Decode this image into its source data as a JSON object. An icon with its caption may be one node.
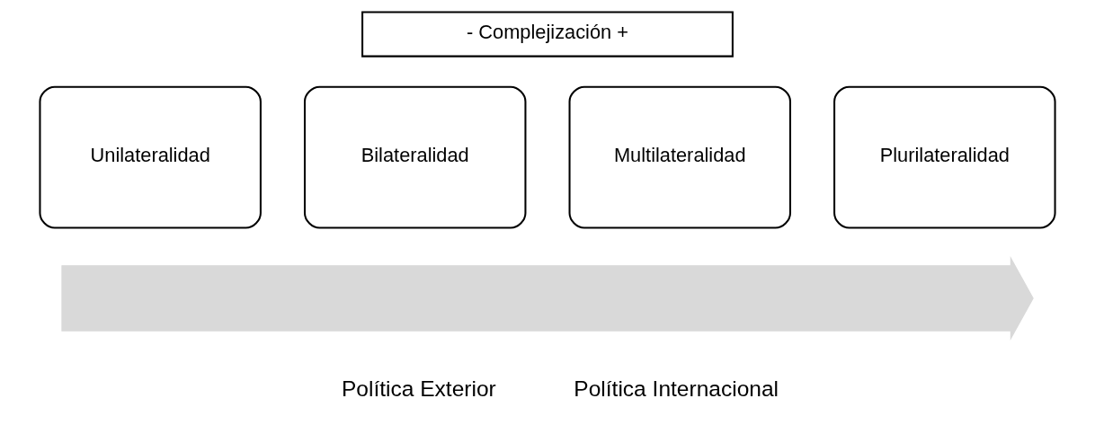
{
  "diagram": {
    "nodes": [
      {
        "text": [
          "- Complejización +"
        ]
      },
      {
        "text": [
          "Unilateralidad"
        ]
      },
      {
        "text": [
          "Bilateralidad"
        ]
      },
      {
        "text": [
          "Multilateralidad"
        ]
      },
      {
        "text": [
          "Plurilateralidad"
        ]
      },
      {
        "text": [],
        "shape": "arrow"
      }
    ],
    "edges": [],
    "labels": [
      "Política Exterior",
      "Política Internacional"
    ]
  }
}
